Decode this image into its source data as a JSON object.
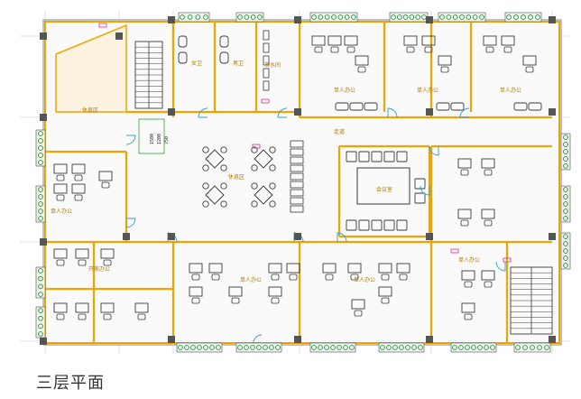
{
  "caption": "三层平面",
  "dimensions": [
    "1500",
    "1200",
    "750"
  ],
  "rooms": [
    {
      "id": "stair-left",
      "label": ""
    },
    {
      "id": "lobby-left",
      "label": "休息区"
    },
    {
      "id": "toilet-women",
      "label": "女卫"
    },
    {
      "id": "toilet-men",
      "label": "男卫"
    },
    {
      "id": "tea",
      "label": "茶水间"
    },
    {
      "id": "office-top-1",
      "label": "单人办公"
    },
    {
      "id": "office-top-2",
      "label": "单人办公"
    },
    {
      "id": "office-top-3",
      "label": "单人办公"
    },
    {
      "id": "office-mid-left",
      "label": "单人办公"
    },
    {
      "id": "rest-area",
      "label": "休息区"
    },
    {
      "id": "corridor",
      "label": "走道"
    },
    {
      "id": "meeting",
      "label": "会议室"
    },
    {
      "id": "open-office-left",
      "label": "开敞办公"
    },
    {
      "id": "office-bottom-1",
      "label": "单人办公"
    },
    {
      "id": "office-bottom-2",
      "label": "单人办公"
    },
    {
      "id": "office-right",
      "label": "单人办公"
    },
    {
      "id": "stair-right",
      "label": ""
    }
  ],
  "colors": {
    "wall": "#f2a300",
    "column": "#555555",
    "furniture": "#3a3a3a",
    "door": "#2aa0d8",
    "plant": "#2e8b3a",
    "accent": "#e0449a",
    "grid": "#c8c8c8",
    "floor": "#fafafa"
  }
}
